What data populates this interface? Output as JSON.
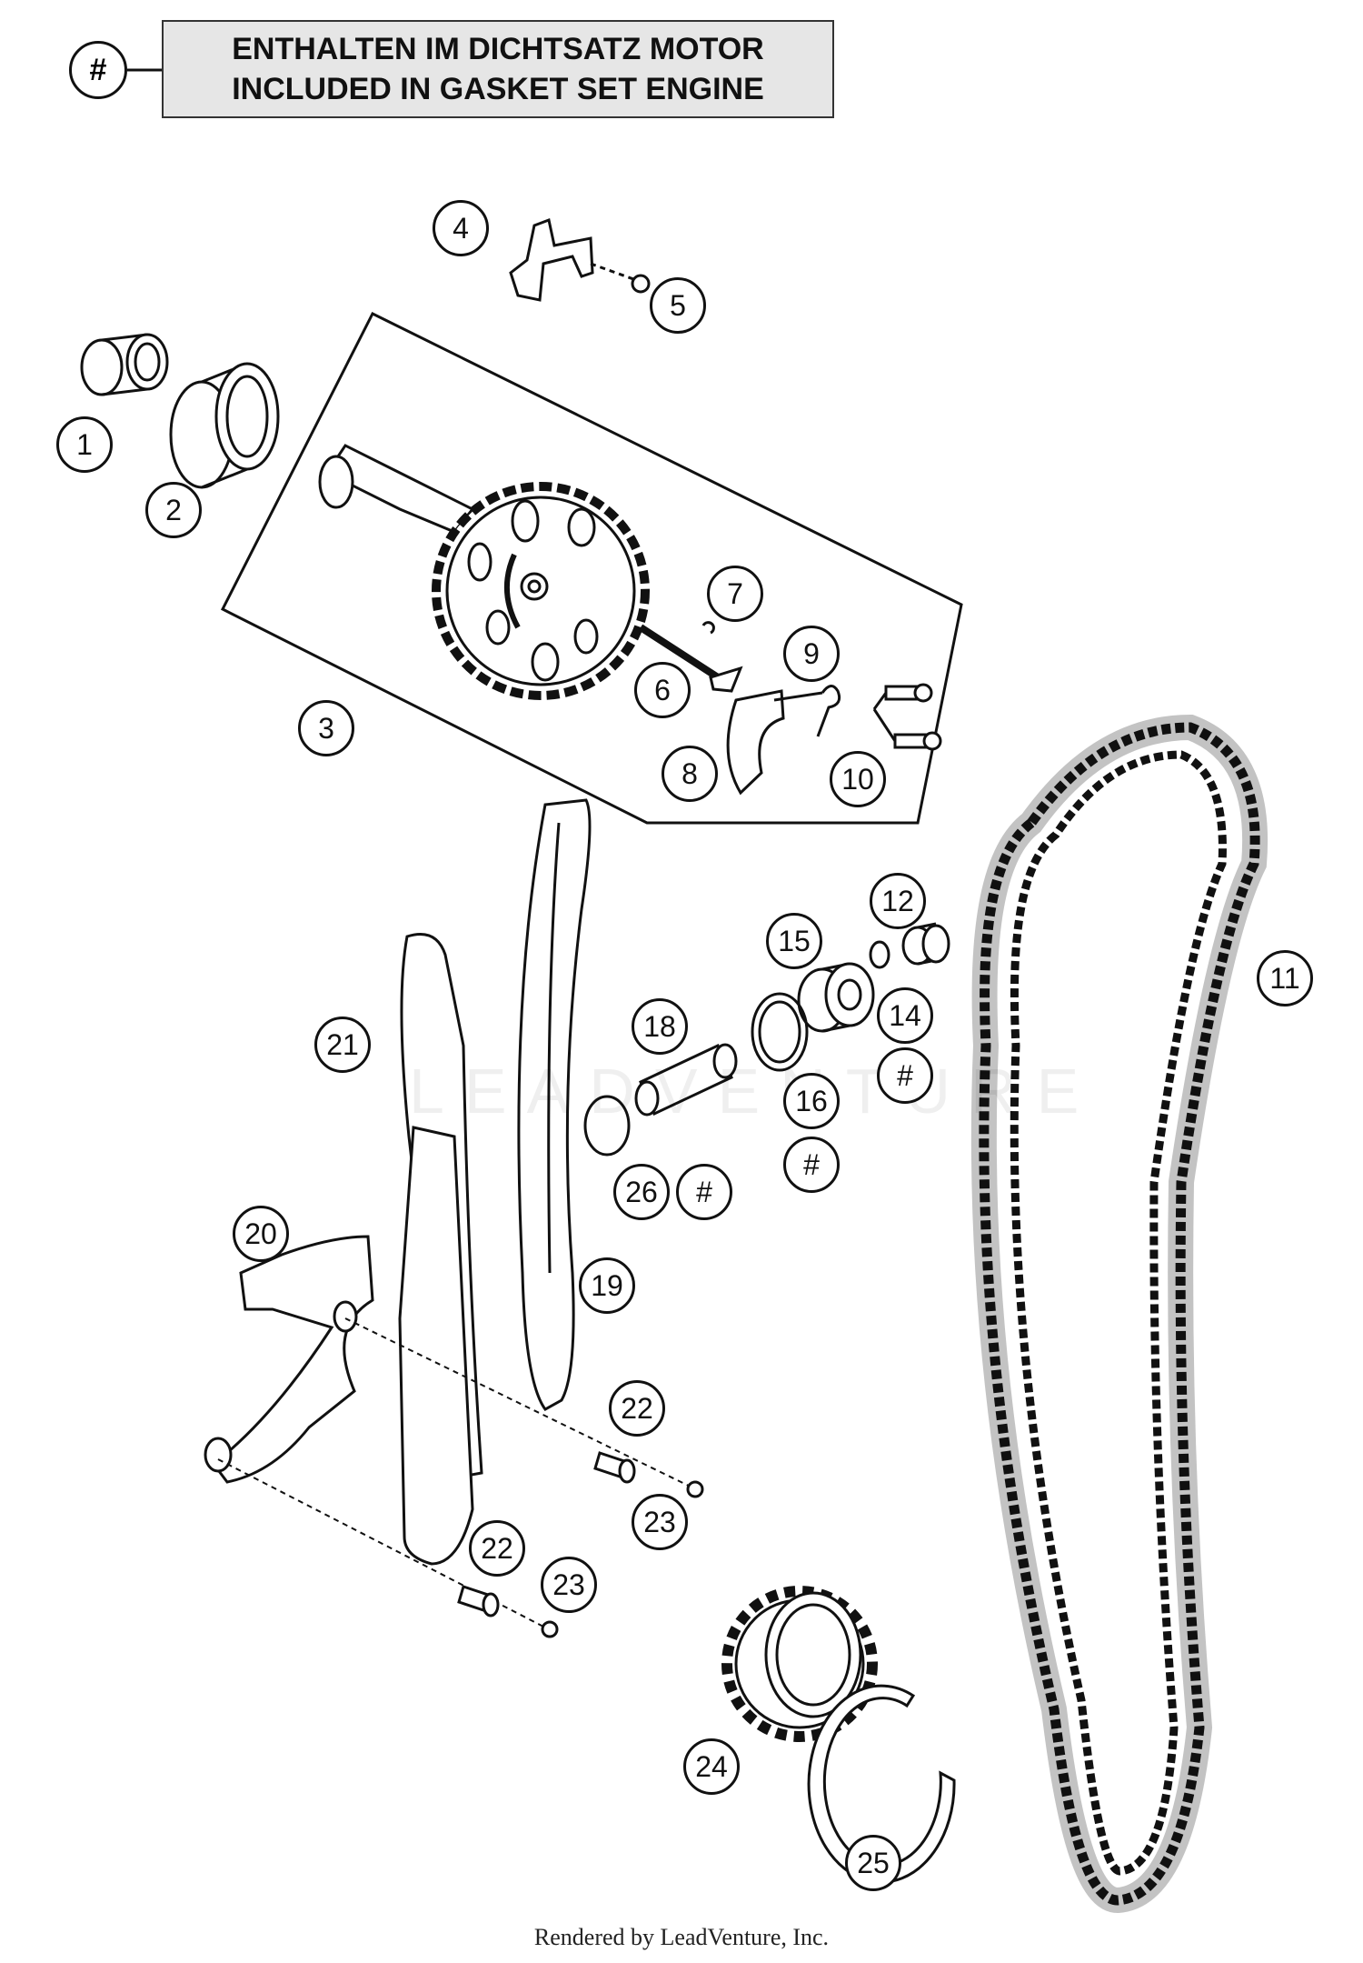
{
  "legend": {
    "marker": "#",
    "line1": "ENTHALTEN IM DICHTSATZ MOTOR",
    "line2": "INCLUDED IN GASKET SET ENGINE"
  },
  "callouts": {
    "c1": "1",
    "c2": "2",
    "c3": "3",
    "c4": "4",
    "c5": "5",
    "c6": "6",
    "c7": "7",
    "c8": "8",
    "c9": "9",
    "c10": "10",
    "c11": "11",
    "c12": "12",
    "c14": "14",
    "c15": "15",
    "c16": "16",
    "c18": "18",
    "c19": "19",
    "c20": "20",
    "c21": "21",
    "c22a": "22",
    "c22b": "22",
    "c23a": "23",
    "c23b": "23",
    "c24": "24",
    "c25": "25",
    "c26": "26",
    "h14": "#",
    "h16": "#",
    "h26": "#"
  },
  "watermark": "LEADVENTURE",
  "footer": "Rendered by LeadVenture, Inc."
}
